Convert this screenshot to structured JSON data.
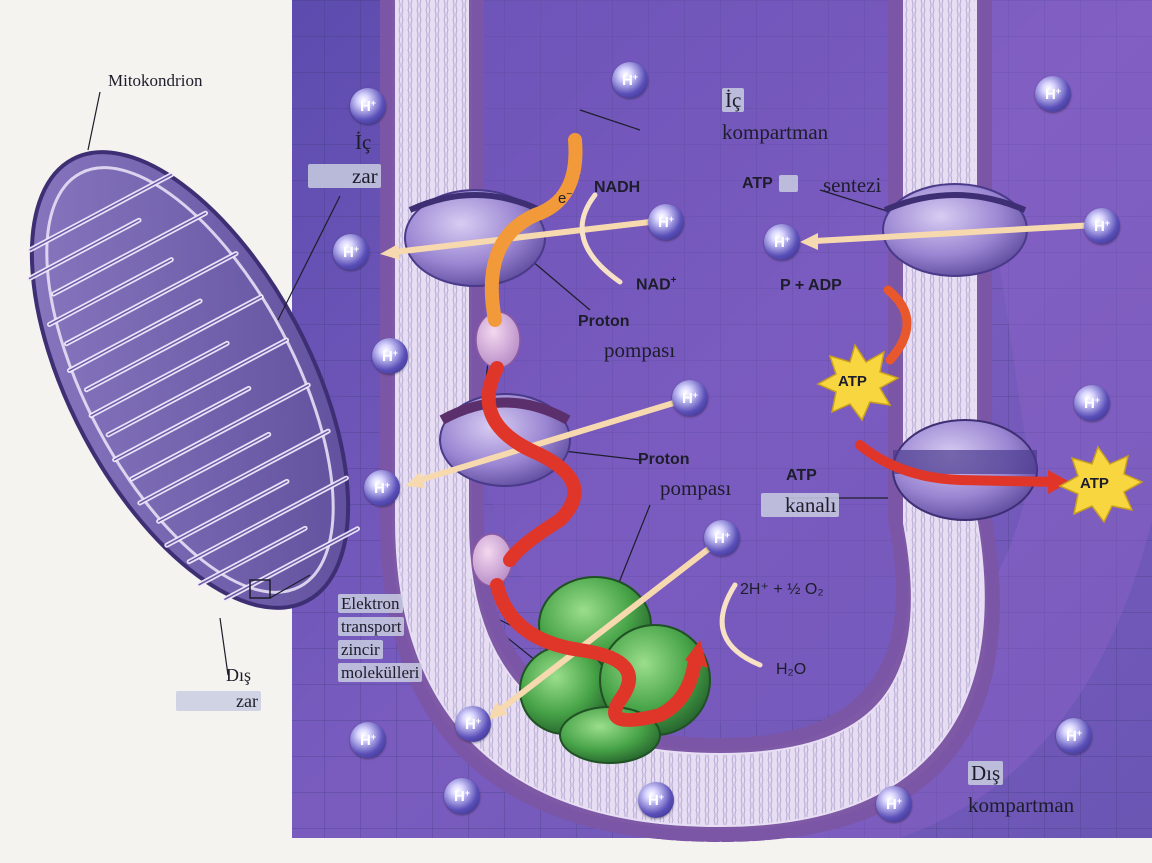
{
  "labels": {
    "mitochondrion": "Mitokondrion",
    "inner_membrane_line1": "İç",
    "inner_membrane_line2": "zar",
    "outer_membrane_line1": "Dış",
    "outer_membrane_line2": "zar",
    "inner_compartment_line1": "İç",
    "inner_compartment_line2": "kompartman",
    "outer_compartment_line1": "Dış",
    "outer_compartment_line2": "kompartman",
    "etc_line1": "Elektron",
    "etc_line2": "transport",
    "etc_line3": "zincir",
    "etc_line4": "molekülleri",
    "proton_pump1_line1": "Proton",
    "proton_pump1_line2": "pompası",
    "proton_pump2_line1": "Proton",
    "proton_pump2_line2": "pompası",
    "atp_synthesis_a": "ATP",
    "atp_synthesis_b": "sentezi",
    "atp_channel_a": "ATP",
    "atp_channel_b": "kanalı",
    "nadh": "NADH",
    "nad": "NAD",
    "nad_sup": "+",
    "electron": "e",
    "electron_sup": "−",
    "p_adp": "P + ADP",
    "atp_star1": "ATP",
    "atp_star2": "ATP",
    "oxygen_eq": "2H⁺ + ½ O₂",
    "water": "H₂O",
    "hplus_text": "H",
    "hplus_sup": "+"
  },
  "colors": {
    "background": "#f4f3ef",
    "cell_panel": "#6a55b0",
    "grid_lines": "#3c3a7a",
    "membrane_head": "#7e5aa6",
    "membrane_tail": "#e6def2",
    "protein": "#9a88d0",
    "protein_dark": "#4a3a8a",
    "complex_green": "#4fa84d",
    "electron_arrow": "#e0362a",
    "proton_arrow": "#f7d9b0",
    "atp_star": "#f7d640"
  }
}
